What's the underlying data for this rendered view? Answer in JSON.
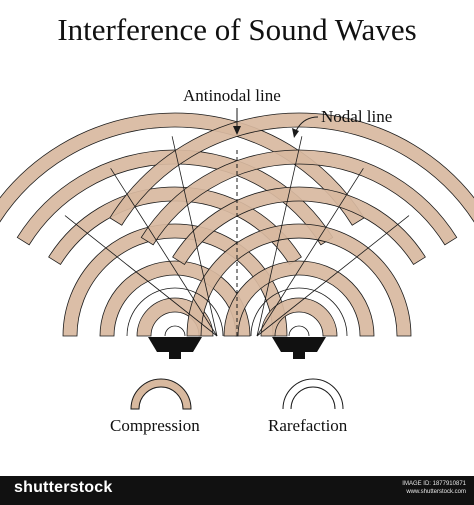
{
  "title": "Interference of Sound Waves",
  "labels": {
    "antinodal_line": "Antinodal line",
    "nodal_line": "Nodal line"
  },
  "legend": {
    "compression": "Compression",
    "rarefaction": "Rarefaction"
  },
  "colors": {
    "compression_fill": "#d8b99f",
    "outline": "#1a1a1a",
    "speaker": "#111111"
  },
  "footer": {
    "brand": "shutterstock",
    "image_id": "IMAGE ID: 1877910871",
    "site": "www.shutterstock.com"
  }
}
